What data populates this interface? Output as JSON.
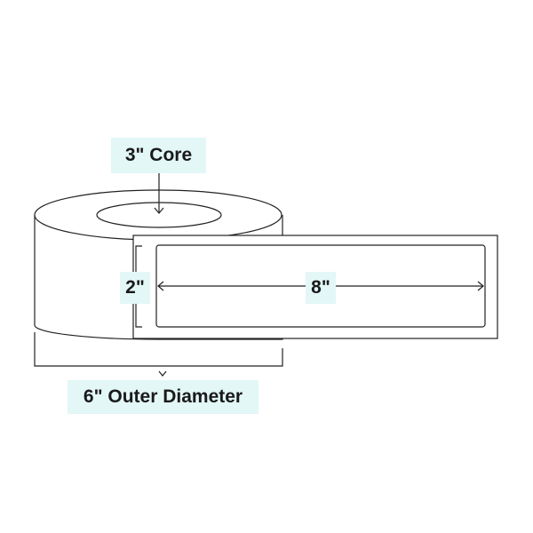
{
  "labels": {
    "core": "3\" Core",
    "label_height": "2\"",
    "label_width": "8\"",
    "outer_diameter": "6\" Outer Diameter"
  },
  "colors": {
    "line": "#222222",
    "label_background": "#e3f7f7",
    "text": "#1a1a1a"
  },
  "icons": {
    "core_pointer": "arrow-down-icon",
    "diameter_pointer": "chevron-down-icon"
  }
}
